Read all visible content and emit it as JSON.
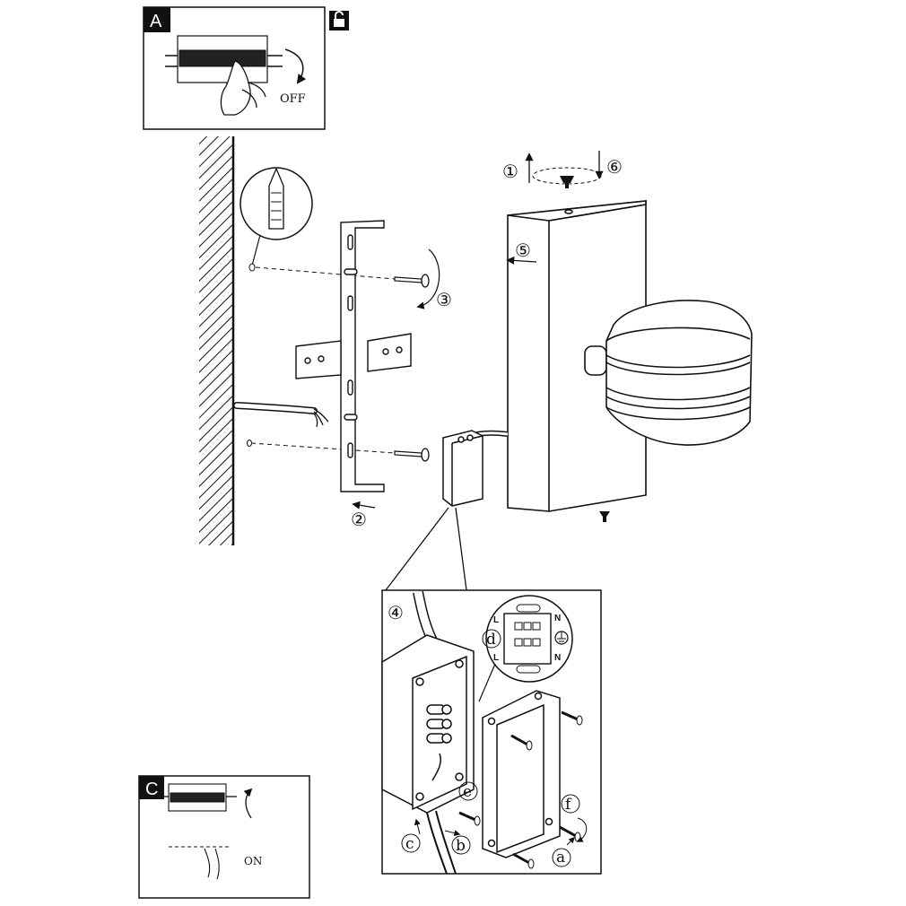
{
  "panels": {
    "a": {
      "letter": "A",
      "state": "OFF"
    },
    "c": {
      "letter": "C",
      "state": "ON"
    }
  },
  "steps": {
    "s1": "①",
    "s2": "②",
    "s3": "③",
    "s4": "④",
    "s5": "⑤",
    "s6": "⑥"
  },
  "substeps": {
    "a": "a",
    "b": "b",
    "c": "c",
    "d": "d",
    "e": "e",
    "f": "f"
  },
  "terminal": {
    "top_left": "L",
    "top_right": "N",
    "bottom_left": "L",
    "bottom_right": "N"
  }
}
